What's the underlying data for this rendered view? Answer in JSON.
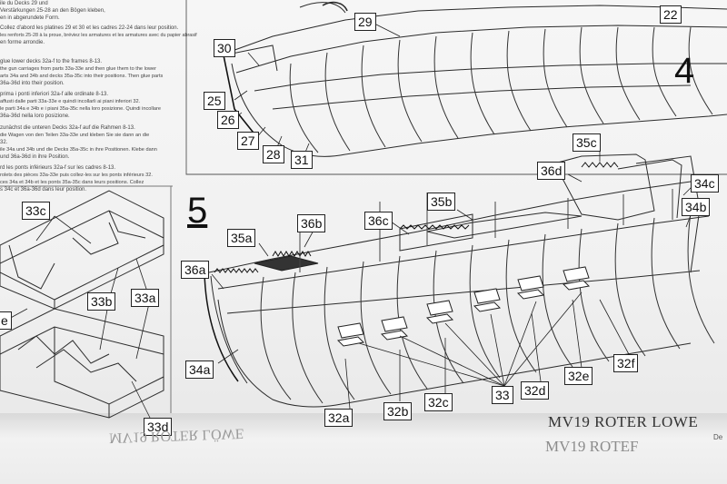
{
  "steps": {
    "step4": "4",
    "step5": "5"
  },
  "model_name": "MV19 ROTER LOWE",
  "mirrored_footer": {
    "left": "MV19 ROTER LÖWE",
    "right": "MV19 ROTEF"
  },
  "instructions_step4": [
    "ile du Decks 29 und",
    "Verstärkungen 25-28 an den Bögen kleben,",
    "en in abgerundete Form.",
    "Collez d'abord les platines 29 et 30 et les cadres 22-24 dans leur position.",
    "les renforts 25-28 à la proue, bréviez les armatures et les armatures avec du papier abrasif",
    "en forme arrondie."
  ],
  "instructions_step5": [
    "glue lower decks 32a-f to the frames 8-13.",
    "the gun carriages from parts 33a-33e and then glue them to the lower",
    "arts 34a and 34b and decks 35a-35c into their positions. Then glue parts",
    "36a-36d into their position.",
    "prima i ponti inferiori 32a-f alle ordinate 8-13.",
    "affusti dalle parti 33a-33e e quindi incollarli ai piani inferiori 32.",
    "le parti 34a e 34b e i piani 35a-35c nella loro posizione. Quindi incollare",
    "36a-36d nella loro posizione.",
    "zunächst die unteren Decks 32a-f auf die Rahmen 8-13.",
    "die Wagen von den Teilen 33a-33e und kleben Sie sie dann an die",
    "32.",
    "ile 34a und 34b und die Decks 35a-35c in ihre Positionen. Klebe dann",
    "und 36a-36d in ihre Position.",
    "rd les ponts inférieurs 32a-f sur les cadres 8-13.",
    "rolets des pièces 33a-33e puis collez-les sur les ponts inférieurs 32.",
    "ces 34a et 34b et les ponts 35a-35c dans leurs positions. Collez",
    "s 34c et 36a-36d dans leur position."
  ],
  "part_labels": {
    "l22": "22",
    "l29": "29",
    "l30": "30",
    "l25": "25",
    "l26": "26",
    "l27": "27",
    "l28": "28",
    "l31": "31",
    "l35c": "35c",
    "l36d": "36d",
    "l34c": "34c",
    "l34b": "34b",
    "l35b": "35b",
    "l36c": "36c",
    "l36b": "36b",
    "l35a": "35a",
    "l36a": "36a",
    "l34a": "34a",
    "l33c": "33c",
    "l33b": "33b",
    "l33a": "33a",
    "l33d": "33d",
    "le": "e",
    "l32a": "32a",
    "l32b": "32b",
    "l32c": "32c",
    "l33": "33",
    "l32d": "32d",
    "l32e": "32e",
    "l32f": "32f"
  },
  "edge_text": {
    "right_edge": "De"
  }
}
